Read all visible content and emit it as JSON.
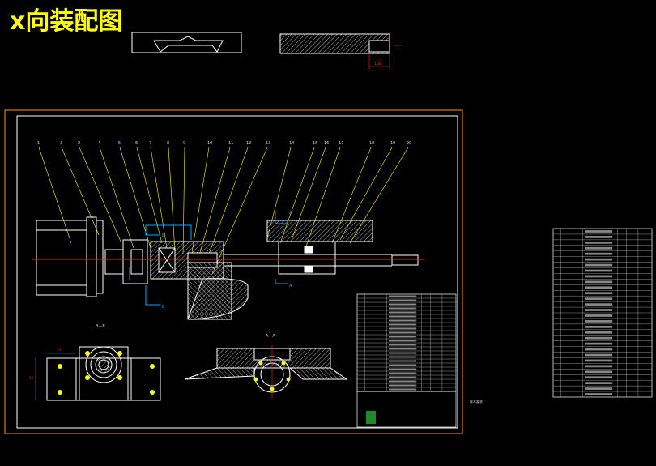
{
  "title": "x向装配图",
  "dimension_top": "100",
  "section_label_left": "B—B",
  "section_label_right": "A—A",
  "cut_marks": {
    "a_top": "A",
    "a_bottom": "A",
    "b_top": "B",
    "b_bottom": "B"
  },
  "part_numbers": [
    "1",
    "3",
    "2",
    "4",
    "5",
    "6",
    "7",
    "8",
    "9",
    "10",
    "11",
    "12",
    "13",
    "14",
    "15",
    "16",
    "17",
    "18",
    "19",
    "20"
  ],
  "dims": {
    "d1": "70",
    "d2": "60"
  },
  "note_bottom": "技术要求",
  "colors": {
    "background": "#000000",
    "title": "#ffff00",
    "frame_outer": "#ff9900",
    "frame_inner": "#ffffff",
    "leader": "#ffff00",
    "centerline": "#ff2020",
    "hatch": "#ffffff",
    "cut_plane": "#00ccff",
    "bolt": "#ffff00"
  }
}
